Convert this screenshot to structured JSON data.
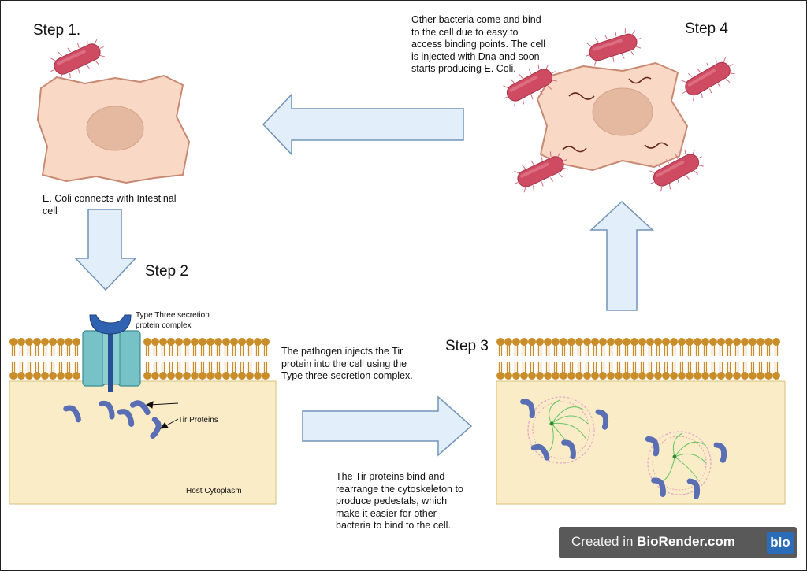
{
  "steps": {
    "step1": "Step 1.",
    "step2": "Step 2",
    "step3": "Step 3",
    "step4": "Step 4"
  },
  "captions": {
    "step1": [
      "E. Coli connects with Intestinal",
      "cell"
    ],
    "step2": [
      "The pathogen injects the Tir",
      "protein into the cell using the",
      "Type three secretion complex."
    ],
    "step3": [
      "The Tir proteins bind and",
      "rearrange the cytoskeleton to",
      "produce pedestals, which",
      "make it easier for other",
      "bacteria to bind to the cell."
    ],
    "step4": [
      "Other bacteria come and bind",
      "to the cell due to easy to",
      "access binding points. The cell",
      "is injected with Dna and soon",
      "starts producing E. Coli."
    ]
  },
  "labels": {
    "secretion": [
      "Type Three secretion",
      "protein complex"
    ],
    "tir": "Tir Proteins",
    "cytoplasm": "Host Cytoplasm"
  },
  "footer": {
    "created_in": "Created in",
    "brand": "BioRender.com",
    "logo": "bio"
  },
  "colors": {
    "cell_fill": "#f9d9c6",
    "cell_stroke": "#c88a73",
    "nucleus": "#e5b9a0",
    "bacteria": "#cf4b62",
    "arrow_fill": "#e2eefa",
    "arrow_stroke": "#7193b8",
    "membrane": "#c98e2a",
    "cytoplasm": "#fbecc8",
    "tir": "#5a6fb3"
  }
}
